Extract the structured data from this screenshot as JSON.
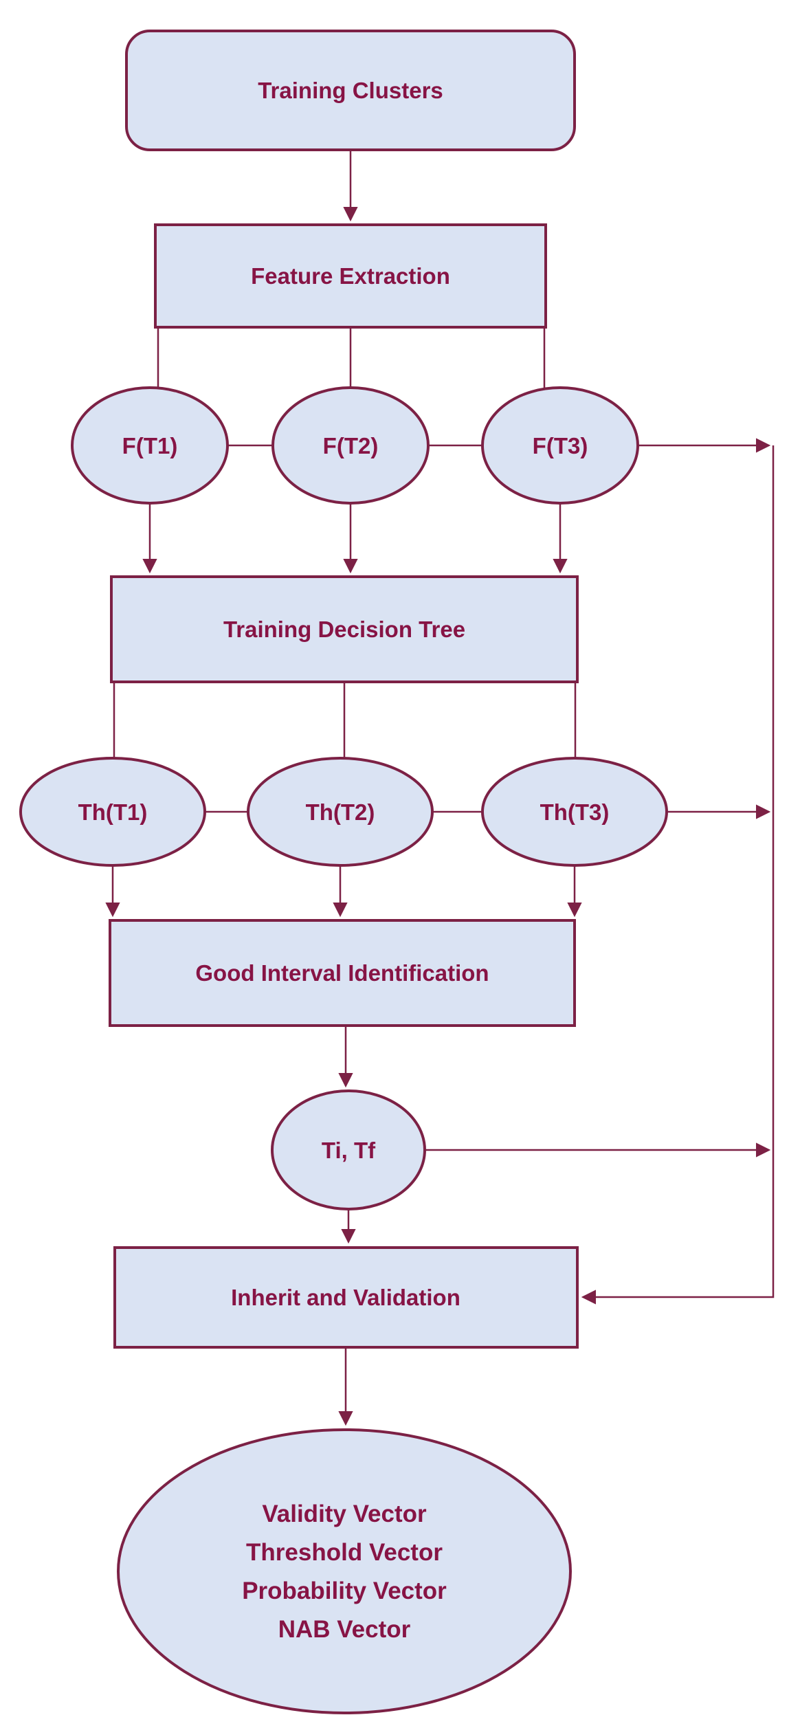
{
  "diagram": {
    "colors": {
      "node_fill": "#dae3f3",
      "stroke_color": "#7c2145",
      "text_color": "#871445",
      "page_bg": "#ffffff"
    },
    "nodes": {
      "training_clusters": {
        "label": "Training Clusters",
        "shape": "rounded-rectangle"
      },
      "feature_extraction": {
        "label": "Feature Extraction",
        "shape": "rectangle"
      },
      "f_t1": {
        "label": "F(T1)",
        "shape": "ellipse"
      },
      "f_t2": {
        "label": "F(T2)",
        "shape": "ellipse"
      },
      "f_t3": {
        "label": "F(T3)",
        "shape": "ellipse"
      },
      "training_decision_tree": {
        "label": "Training Decision Tree",
        "shape": "rectangle"
      },
      "th_t1": {
        "label": "Th(T1)",
        "shape": "ellipse"
      },
      "th_t2": {
        "label": "Th(T2)",
        "shape": "ellipse"
      },
      "th_t3": {
        "label": "Th(T3)",
        "shape": "ellipse"
      },
      "good_interval_identification": {
        "label": "Good Interval Identification",
        "shape": "rectangle"
      },
      "ti_tf": {
        "label": "Ti, Tf",
        "shape": "ellipse"
      },
      "inherit_and_validation": {
        "label": "Inherit and Validation",
        "shape": "rectangle"
      },
      "output_vectors": {
        "shape": "ellipse",
        "lines": [
          "Validity Vector",
          "Threshold Vector",
          "Probability Vector",
          "NAB Vector"
        ]
      }
    }
  }
}
